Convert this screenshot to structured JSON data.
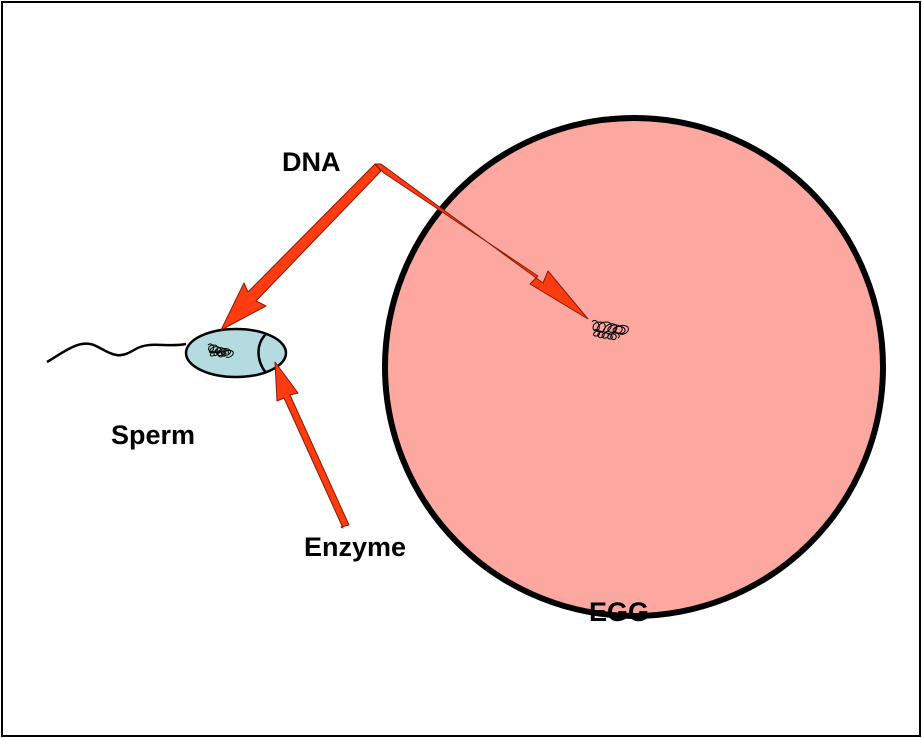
{
  "labels": {
    "dna": "DNA",
    "sperm": "Sperm",
    "enzyme": "Enzyme",
    "egg": "EGG"
  },
  "colors": {
    "egg_fill": "#fca8a0",
    "egg_outline": "#000000",
    "sperm_head_fill": "#b4dce0",
    "arrow": "#ff3b12",
    "arrow_outline": "#8a1a00"
  }
}
